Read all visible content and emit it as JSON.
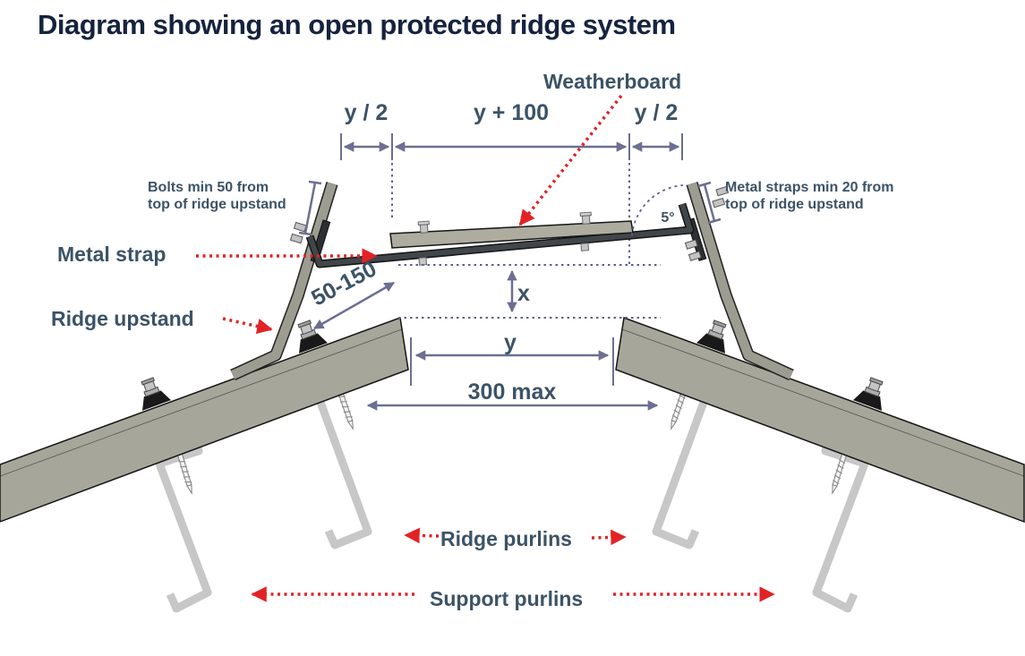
{
  "title": "Diagram showing an open protected ridge system",
  "colors": {
    "title_text": "#16233f",
    "label_text": "#3c5366",
    "dimension_line": "#6c6f92",
    "guide_dotted": "#5c5f97",
    "red_arrow": "#e32226",
    "roof_panel": "#a6a69a",
    "ridge_upstand": "#9c9c90",
    "metal_strap": "#41464a",
    "weatherboard": "#adac9f",
    "purlin": "#c7c7c7",
    "bolt_black": "#191919",
    "bolt_silver": "#c4c4c4"
  },
  "dimensions": {
    "top_left": "y / 2",
    "top_middle": "y + 100",
    "top_right": "y / 2",
    "gap_x": "x",
    "gap_y": "y",
    "max_spacing": "300 max",
    "upstand_range": "50-150",
    "angle": "5°"
  },
  "labels": {
    "weatherboard": "Weatherboard",
    "metal_strap": "Metal strap",
    "ridge_upstand": "Ridge upstand",
    "ridge_purlins": "Ridge purlins",
    "support_purlins": "Support purlins"
  },
  "notes": {
    "bolts_line1": "Bolts min 50 from",
    "bolts_line2": "top of ridge upstand",
    "straps_line1": "Metal straps min 20 from",
    "straps_line2": "top of ridge upstand"
  }
}
